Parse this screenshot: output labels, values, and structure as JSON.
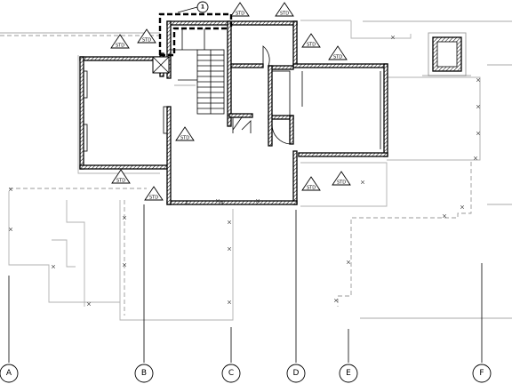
{
  "grid_bubbles": [
    {
      "label": "A"
    },
    {
      "label": "B"
    },
    {
      "label": "C"
    },
    {
      "label": "D"
    },
    {
      "label": "E"
    },
    {
      "label": "F"
    }
  ],
  "std_tags": [
    {
      "label": "STD"
    },
    {
      "label": "STD"
    },
    {
      "label": "STD"
    },
    {
      "label": "STD"
    },
    {
      "label": "STD"
    },
    {
      "label": "STD"
    },
    {
      "label": "STD"
    },
    {
      "label": "STD"
    },
    {
      "label": "STD"
    },
    {
      "label": "STD"
    },
    {
      "label": "STD"
    }
  ],
  "detail_callout": {
    "label": "1"
  },
  "colors": {
    "wall_fill": "#d9d9d9",
    "line": "#000000",
    "ghost": "#b0b0b0"
  }
}
